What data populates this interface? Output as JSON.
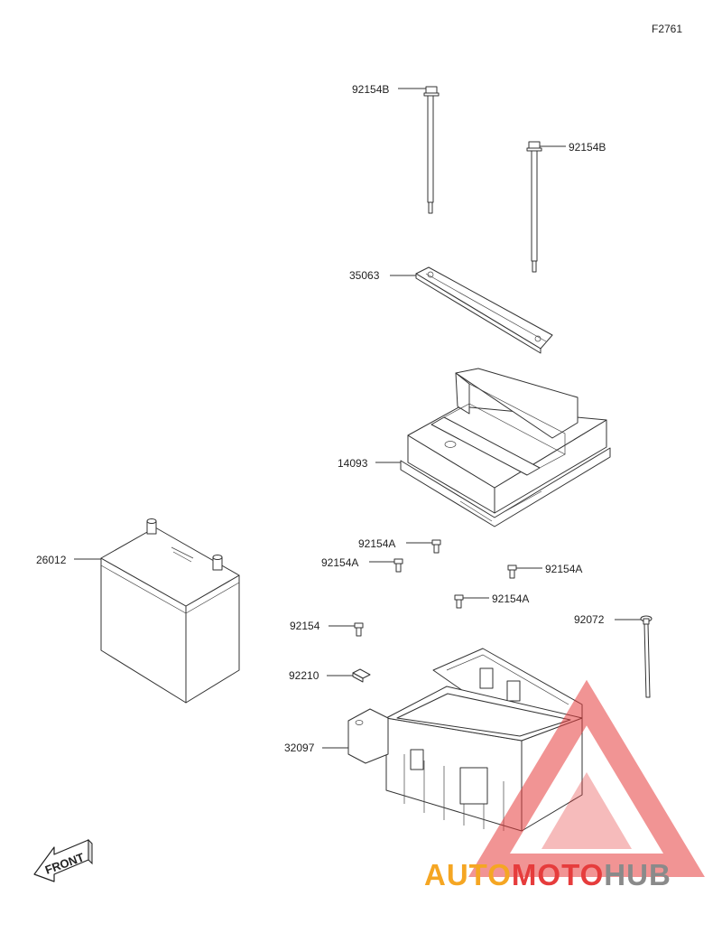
{
  "figure_code": "F2761",
  "callouts": {
    "bolt_long_top": "92154B",
    "bolt_long_right": "92154B",
    "battery_band": "35063",
    "battery_cover": "14093",
    "battery": "26012",
    "bolt_a_1": "92154A",
    "bolt_a_2": "92154A",
    "bolt_a_3": "92154A",
    "bolt_a_4": "92154A",
    "bolt_plain": "92154",
    "band_hook": "92072",
    "clip": "92210",
    "battery_case": "32097"
  },
  "front_label": "FRONT",
  "watermark": {
    "part1": "AUTO",
    "part2": "MOTO",
    "part3": "HUB",
    "color_orange": "#f5a623",
    "color_red": "#e63c3c",
    "color_gray": "#8a8a8a"
  }
}
